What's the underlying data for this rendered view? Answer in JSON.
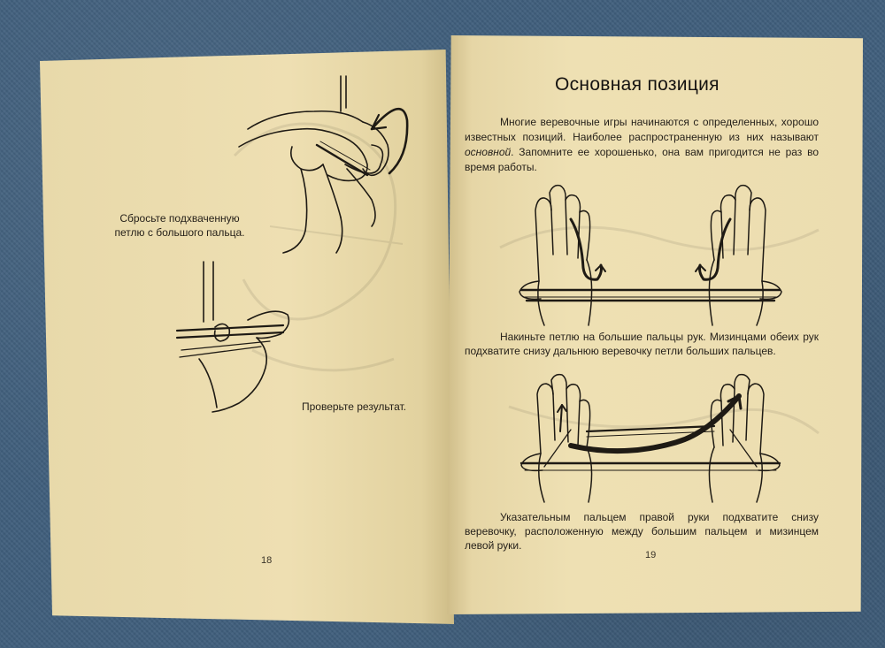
{
  "left_page": {
    "caption_drop": "Сбросьте подхваченную петлю с большого пальца.",
    "caption_check": "Проверьте результат.",
    "page_number": "18"
  },
  "right_page": {
    "title": "Основная позиция",
    "intro_before": "Многие веревочные игры начинаются с определенных, хорошо известных позиций. Наиболее распространенную из них называют ",
    "intro_emphasis": "основной",
    "intro_after": ". Запомните ее хорошенько, она вам пригодится не раз во время работы.",
    "step_1": "Накиньте петлю на большие пальцы рук. Мизинцами обеих рук подхватите снизу дальнюю веревочку петли больших пальцев.",
    "step_2": "Указательным пальцем правой руки подхватите снизу веревочку, расположенную между большим пальцем и мизинцем левой руки.",
    "page_number": "19"
  },
  "colors": {
    "paper": "#ecddb0",
    "ink": "#1e1a14",
    "background_fabric": "#3f5e7c"
  }
}
